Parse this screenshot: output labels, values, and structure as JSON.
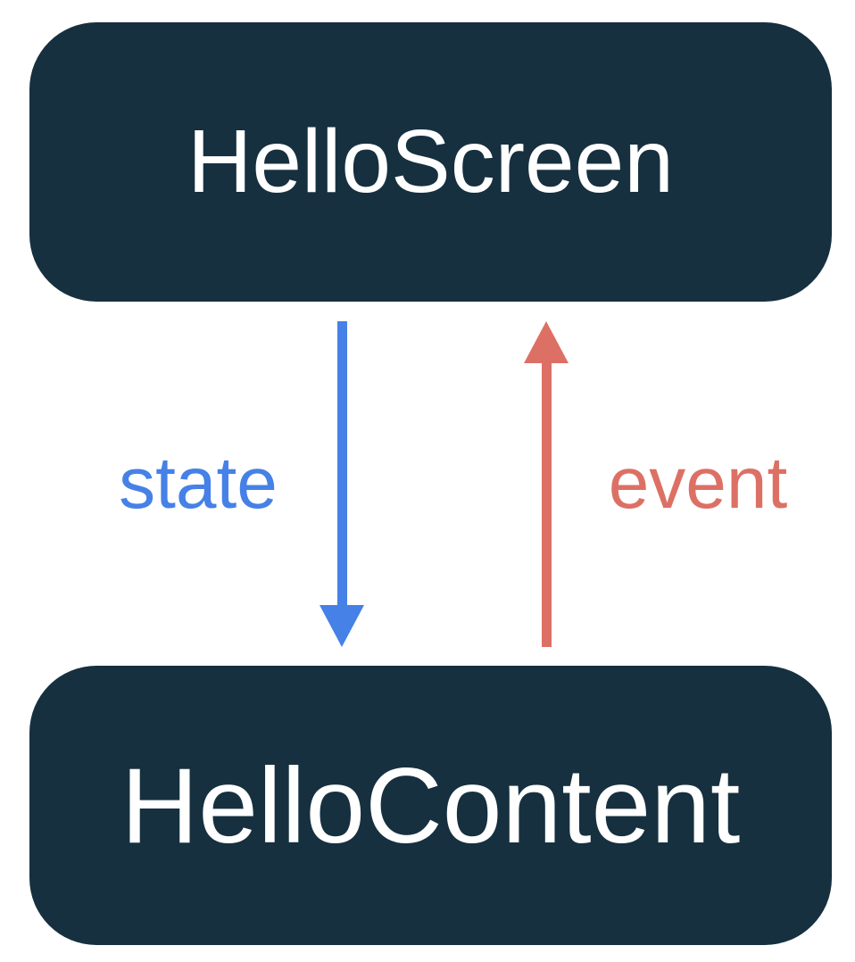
{
  "diagram": {
    "title": "unidirectional data flow between screen and content composables",
    "nodes": [
      {
        "id": "hello-screen",
        "label": "HelloScreen"
      },
      {
        "id": "hello-content",
        "label": "HelloContent"
      }
    ],
    "edges": [
      {
        "id": "state",
        "label": "state",
        "from": "hello-screen",
        "to": "hello-content",
        "direction": "down",
        "color": "#4581e6"
      },
      {
        "id": "event",
        "label": "event",
        "from": "hello-content",
        "to": "hello-screen",
        "direction": "up",
        "color": "#dd7065"
      }
    ]
  },
  "colors": {
    "background": "#ffffff",
    "node_bg": "#16303f",
    "node_text": "#ffffff",
    "state_arrow": "#4581e6",
    "event_arrow": "#dd7065"
  }
}
